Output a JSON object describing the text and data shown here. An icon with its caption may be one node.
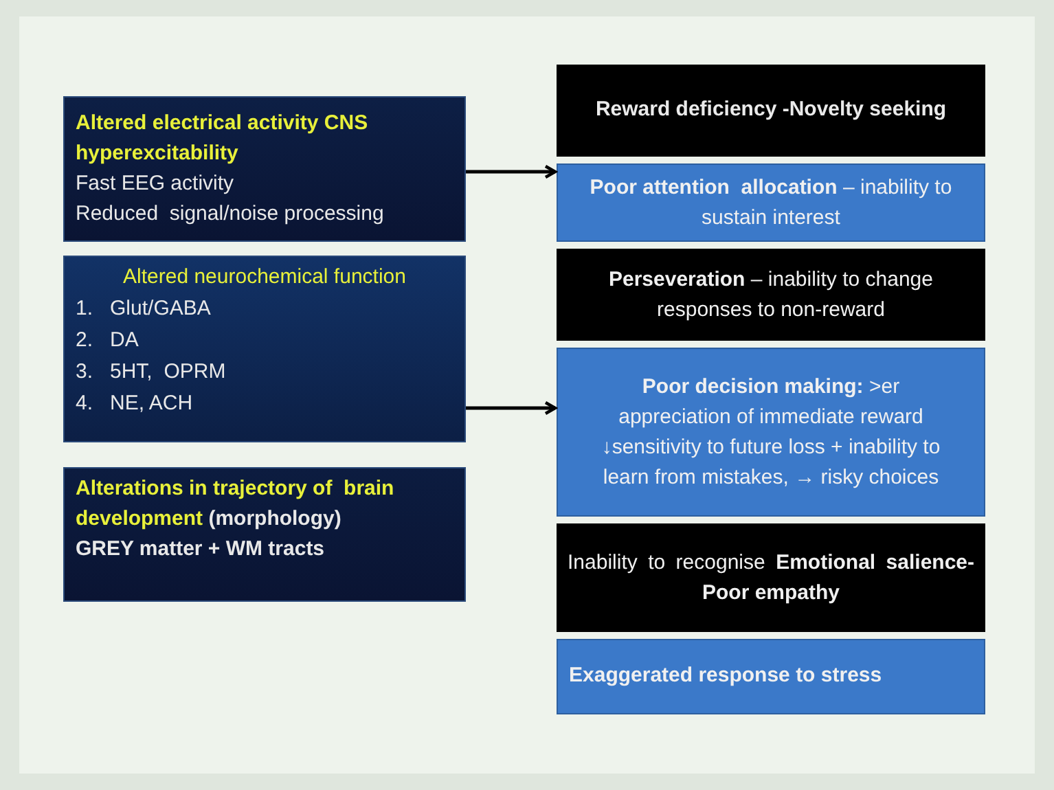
{
  "diagram": {
    "nodes": [
      {
        "text": [
          "Altered electrical activity CNS hyperexcitability",
          "Fast EEG activity",
          "Reduced  signal/noise processing"
        ]
      },
      {
        "text": [
          "Altered neurochemical function",
          "1.   Glut/GABA",
          "2.   DA",
          "3.   5HT,  OPRM",
          "4.   NE, ACH"
        ]
      },
      {
        "text": [
          "**Alterations in trajectory of  brain development** (morphology)",
          "GREY matter + WM tracts"
        ]
      },
      {
        "text": [
          "Reward deficiency -Novelty seeking"
        ]
      },
      {
        "text": [
          "**Poor attention  allocation** – inability to sustain interest"
        ]
      },
      {
        "text": [
          "**Perseveration** – inability to change responses to non-reward"
        ]
      },
      {
        "text": [
          "**Poor decision making:** >er appreciation of immediate reward ↓sensitivity to future loss + inability to learn from mistakes, → risky choices"
        ]
      },
      {
        "text": [
          "Inability to recognise **Emotional salience- Poor empathy**"
        ]
      },
      {
        "text": [
          "Exaggerated response to stress"
        ]
      }
    ],
    "edges": [
      {
        "from": 0,
        "to": 4,
        "arrow": "to"
      },
      {
        "from": 1,
        "to": 6,
        "arrow": "to"
      }
    ]
  }
}
